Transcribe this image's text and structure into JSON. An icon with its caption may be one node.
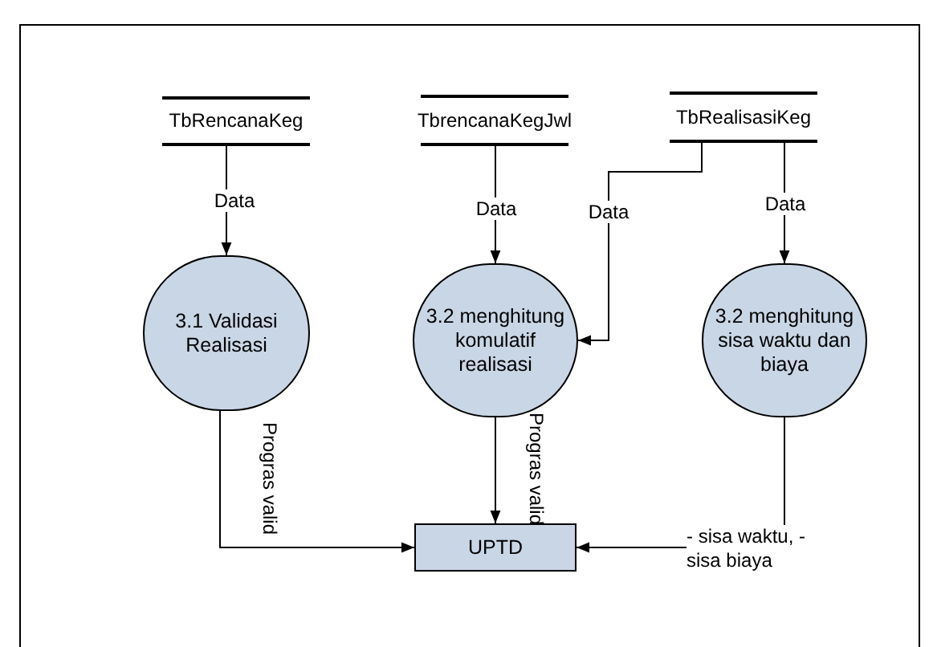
{
  "diagram": {
    "nodes": [
      {
        "text": [
          "TbRencanaKeg"
        ]
      },
      {
        "text": [
          "TbrencanaKegJwl"
        ]
      },
      {
        "text": [
          "TbRealisasiKeg"
        ]
      },
      {
        "text": [
          "3.1 Validasi Realisasi"
        ]
      },
      {
        "text": [
          "3.2 menghitung komulatif realisasi"
        ]
      },
      {
        "text": [
          "3.2 menghitung sisa waktu dan biaya"
        ]
      },
      {
        "text": [
          "UPTD"
        ]
      }
    ],
    "edges": [
      {
        "from": 0,
        "to": 3,
        "arrow": "to",
        "label": "Data"
      },
      {
        "from": 1,
        "to": 4,
        "arrow": "to",
        "label": "Data"
      },
      {
        "from": 2,
        "to": 4,
        "arrow": "to",
        "label": "Data"
      },
      {
        "from": 3,
        "to": 6,
        "arrow": "to",
        "label": "Progras valid"
      },
      {
        "from": 4,
        "to": 6,
        "arrow": "to",
        "label": "Progras valid"
      },
      {
        "from": 2,
        "to": 5,
        "arrow": "to",
        "label": "Data"
      },
      {
        "from": 5,
        "to": 6,
        "arrow": "to",
        "label": "- sisa waktu, - sisa biaya"
      }
    ]
  }
}
